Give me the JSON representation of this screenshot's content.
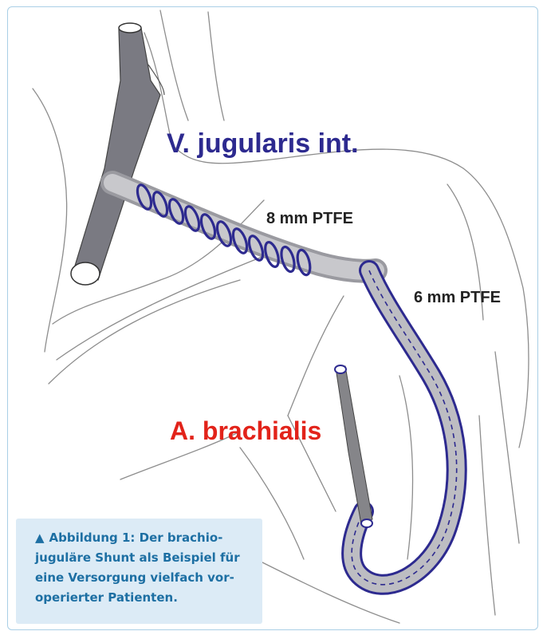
{
  "figure": {
    "labels": {
      "vein": "V. jugularis int.",
      "graft_8mm": "8 mm PTFE",
      "graft_6mm": "6 mm PTFE",
      "artery": "A. brachialis"
    },
    "caption": {
      "icon": "triangle-up-icon",
      "text": "Abbildung 1: Der brachio-juguläre Shunt als Beispiel für eine Versorgung vielfach vor-operierter Patienten."
    },
    "colors": {
      "vein_label": "#2d2a8f",
      "artery_label": "#e2231a",
      "caption_text": "#1d6fa3",
      "caption_bg": "#dcebf6",
      "frame_border": "#a9cfe6"
    }
  }
}
